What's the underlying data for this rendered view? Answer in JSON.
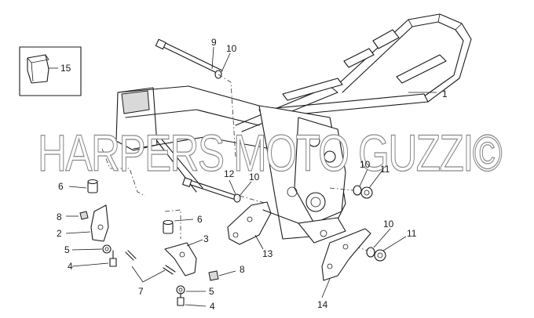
{
  "watermark": "HARPERS MOTO GUZZI©",
  "callouts": {
    "c1": "1",
    "c2": "2",
    "c3": "3",
    "c4a": "4",
    "c4b": "4",
    "c5a": "5",
    "c5b": "5",
    "c6a": "6",
    "c6b": "6",
    "c7": "7",
    "c8a": "8",
    "c8b": "8",
    "c9": "9",
    "c10a": "10",
    "c10b": "10",
    "c10c": "10",
    "c10d": "10",
    "c11a": "11",
    "c11b": "11",
    "c12": "12",
    "c13": "13",
    "c14": "14",
    "c15": "15"
  },
  "colors": {
    "ink": "#1a1a1a",
    "watermark_outline": "#8a8a8a",
    "background": "#ffffff"
  }
}
